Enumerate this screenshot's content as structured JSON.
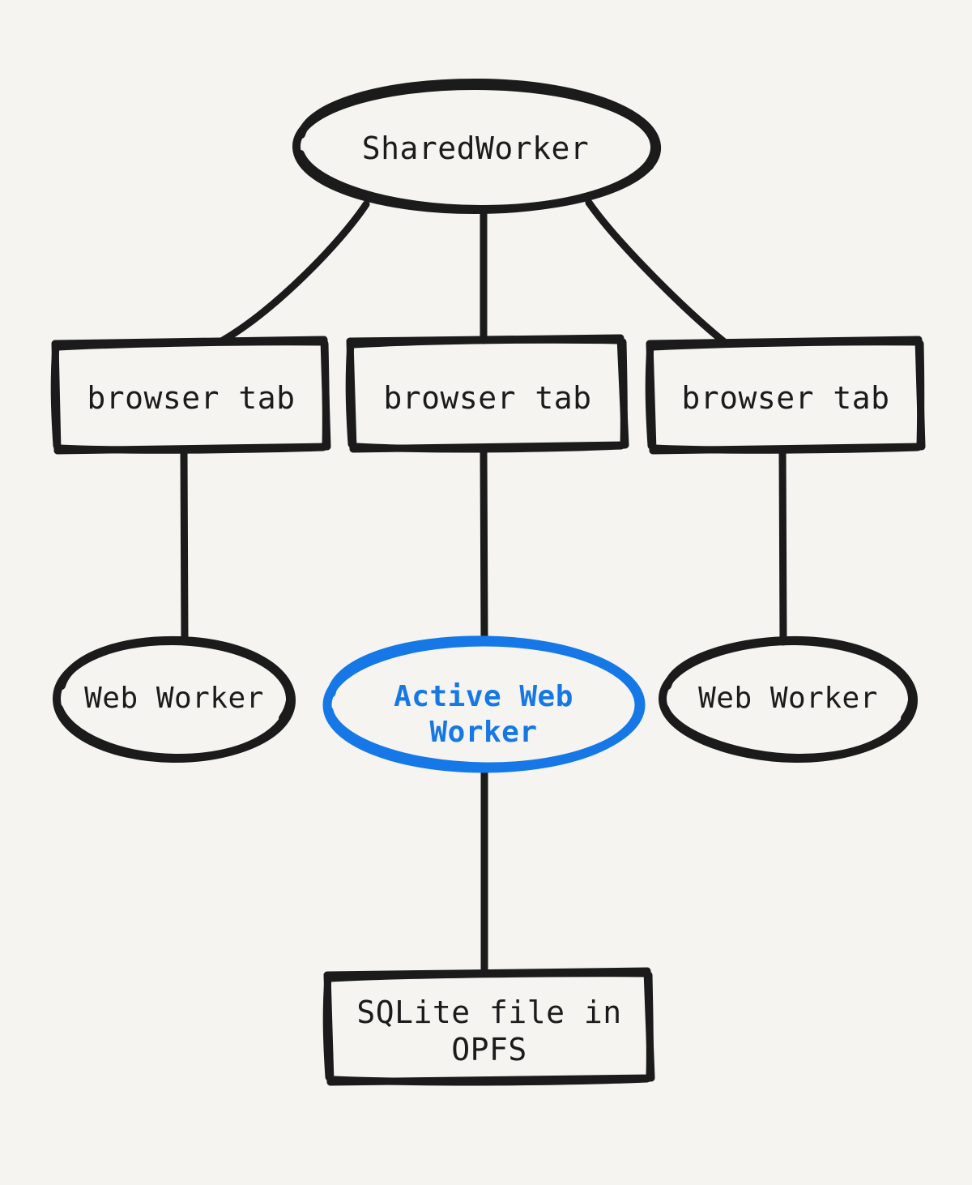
{
  "diagram": {
    "title": "SharedWorker / browser tab / Web Worker / OPFS architecture",
    "background_color": "#f5f4f0",
    "stroke_color": "#1b1b1b",
    "accent_color": "#1578e6",
    "style": "hand-drawn",
    "nodes": {
      "shared_worker": {
        "label": "SharedWorker",
        "shape": "ellipse",
        "color": "#1b1b1b"
      },
      "tab_left": {
        "label": "browser tab",
        "shape": "rectangle",
        "color": "#1b1b1b"
      },
      "tab_center": {
        "label": "browser tab",
        "shape": "rectangle",
        "color": "#1b1b1b"
      },
      "tab_right": {
        "label": "browser tab",
        "shape": "rectangle",
        "color": "#1b1b1b"
      },
      "worker_left": {
        "label": "Web Worker",
        "shape": "ellipse",
        "color": "#1b1b1b"
      },
      "worker_active": {
        "label": "Active Web\nWorker",
        "shape": "ellipse",
        "color": "#1578e6"
      },
      "worker_right": {
        "label": "Web Worker",
        "shape": "ellipse",
        "color": "#1b1b1b"
      },
      "sqlite_file": {
        "label": "SQLite file in\nOPFS",
        "shape": "rectangle",
        "color": "#1b1b1b"
      }
    },
    "edges": [
      {
        "from": "shared_worker",
        "to": "tab_left"
      },
      {
        "from": "shared_worker",
        "to": "tab_center"
      },
      {
        "from": "shared_worker",
        "to": "tab_right"
      },
      {
        "from": "tab_left",
        "to": "worker_left"
      },
      {
        "from": "tab_center",
        "to": "worker_active"
      },
      {
        "from": "tab_right",
        "to": "worker_right"
      },
      {
        "from": "worker_active",
        "to": "sqlite_file"
      }
    ]
  }
}
